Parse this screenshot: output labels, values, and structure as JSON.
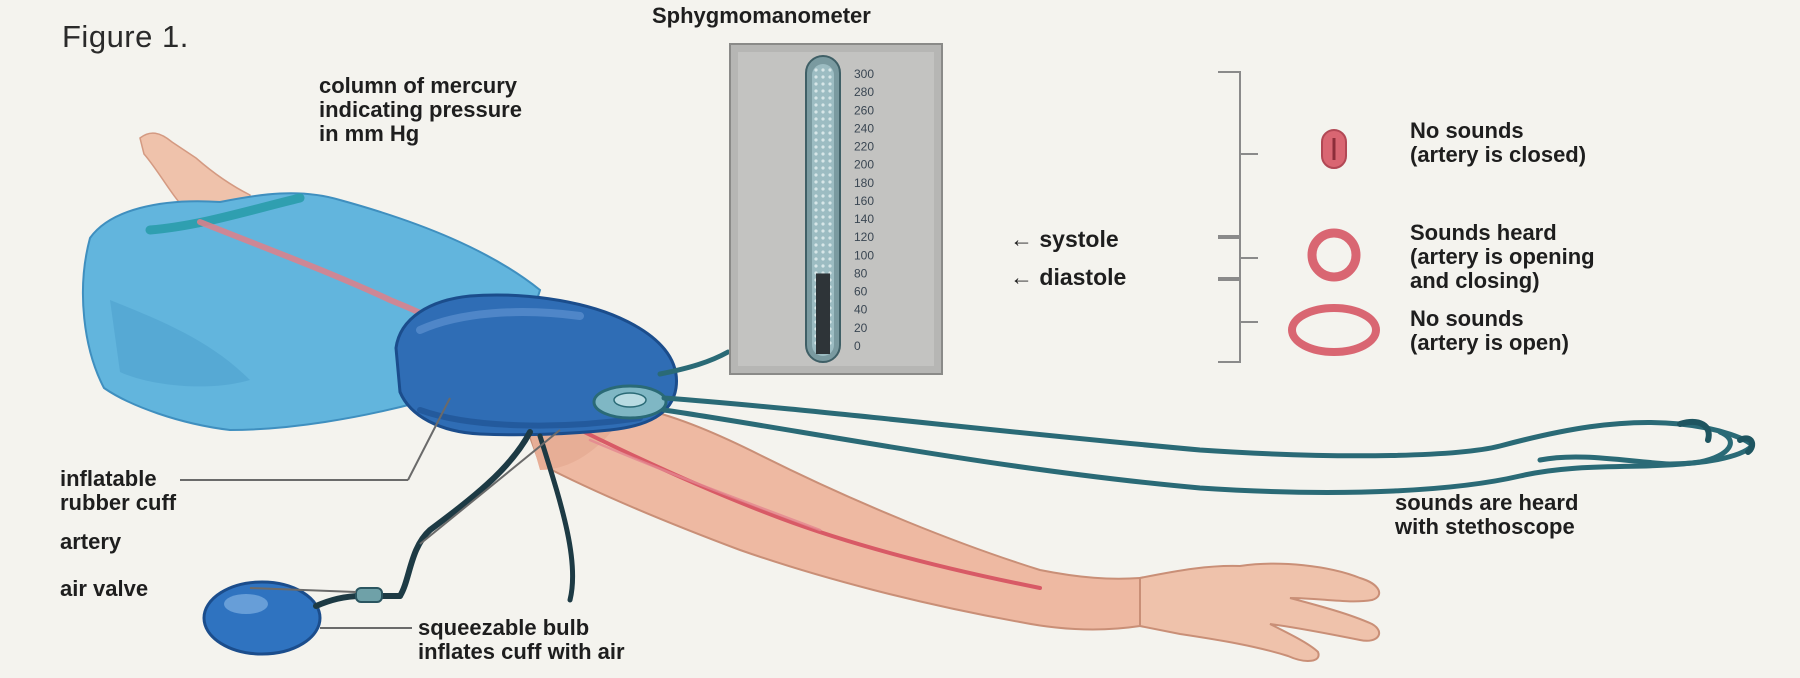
{
  "figure_label": "Figure 1.",
  "title": "Sphygmomanometer",
  "scale": {
    "ticks": [
      "300",
      "280",
      "260",
      "240",
      "220",
      "200",
      "180",
      "160",
      "140",
      "120",
      "100",
      "80",
      "60",
      "40",
      "20",
      "0"
    ],
    "systole_mmHg": 120,
    "diastole_mmHg": 80
  },
  "labels": {
    "mercury": [
      "column of mercury",
      "indicating pressure",
      "in mm Hg"
    ],
    "systole": "← systole",
    "diastole": "← diastole",
    "cuff": [
      "inflatable",
      "rubber cuff"
    ],
    "artery": "artery",
    "valve": "air valve",
    "bulb": [
      "squeezable bulb",
      "inflates cuff with air"
    ],
    "stethoscope": [
      "sounds are heard",
      "with stethoscope"
    ]
  },
  "artery_states": [
    {
      "lines": [
        "No sounds",
        "(artery is closed)"
      ],
      "icon": "closed-artery-icon"
    },
    {
      "lines": [
        "Sounds heard",
        "(artery is opening",
        "and closing)"
      ],
      "icon": "partially-open-artery-icon"
    },
    {
      "lines": [
        "No sounds",
        "(artery is open)"
      ],
      "icon": "open-artery-icon"
    }
  ],
  "colors": {
    "background": "#f4f3ee",
    "sleeve": "#5fb3dc",
    "cuff": "#2a64a8",
    "skin": "#eeb9a2",
    "artery": "#d85a66",
    "tubing": "#2a6a76",
    "mercury": "#2e3438"
  }
}
